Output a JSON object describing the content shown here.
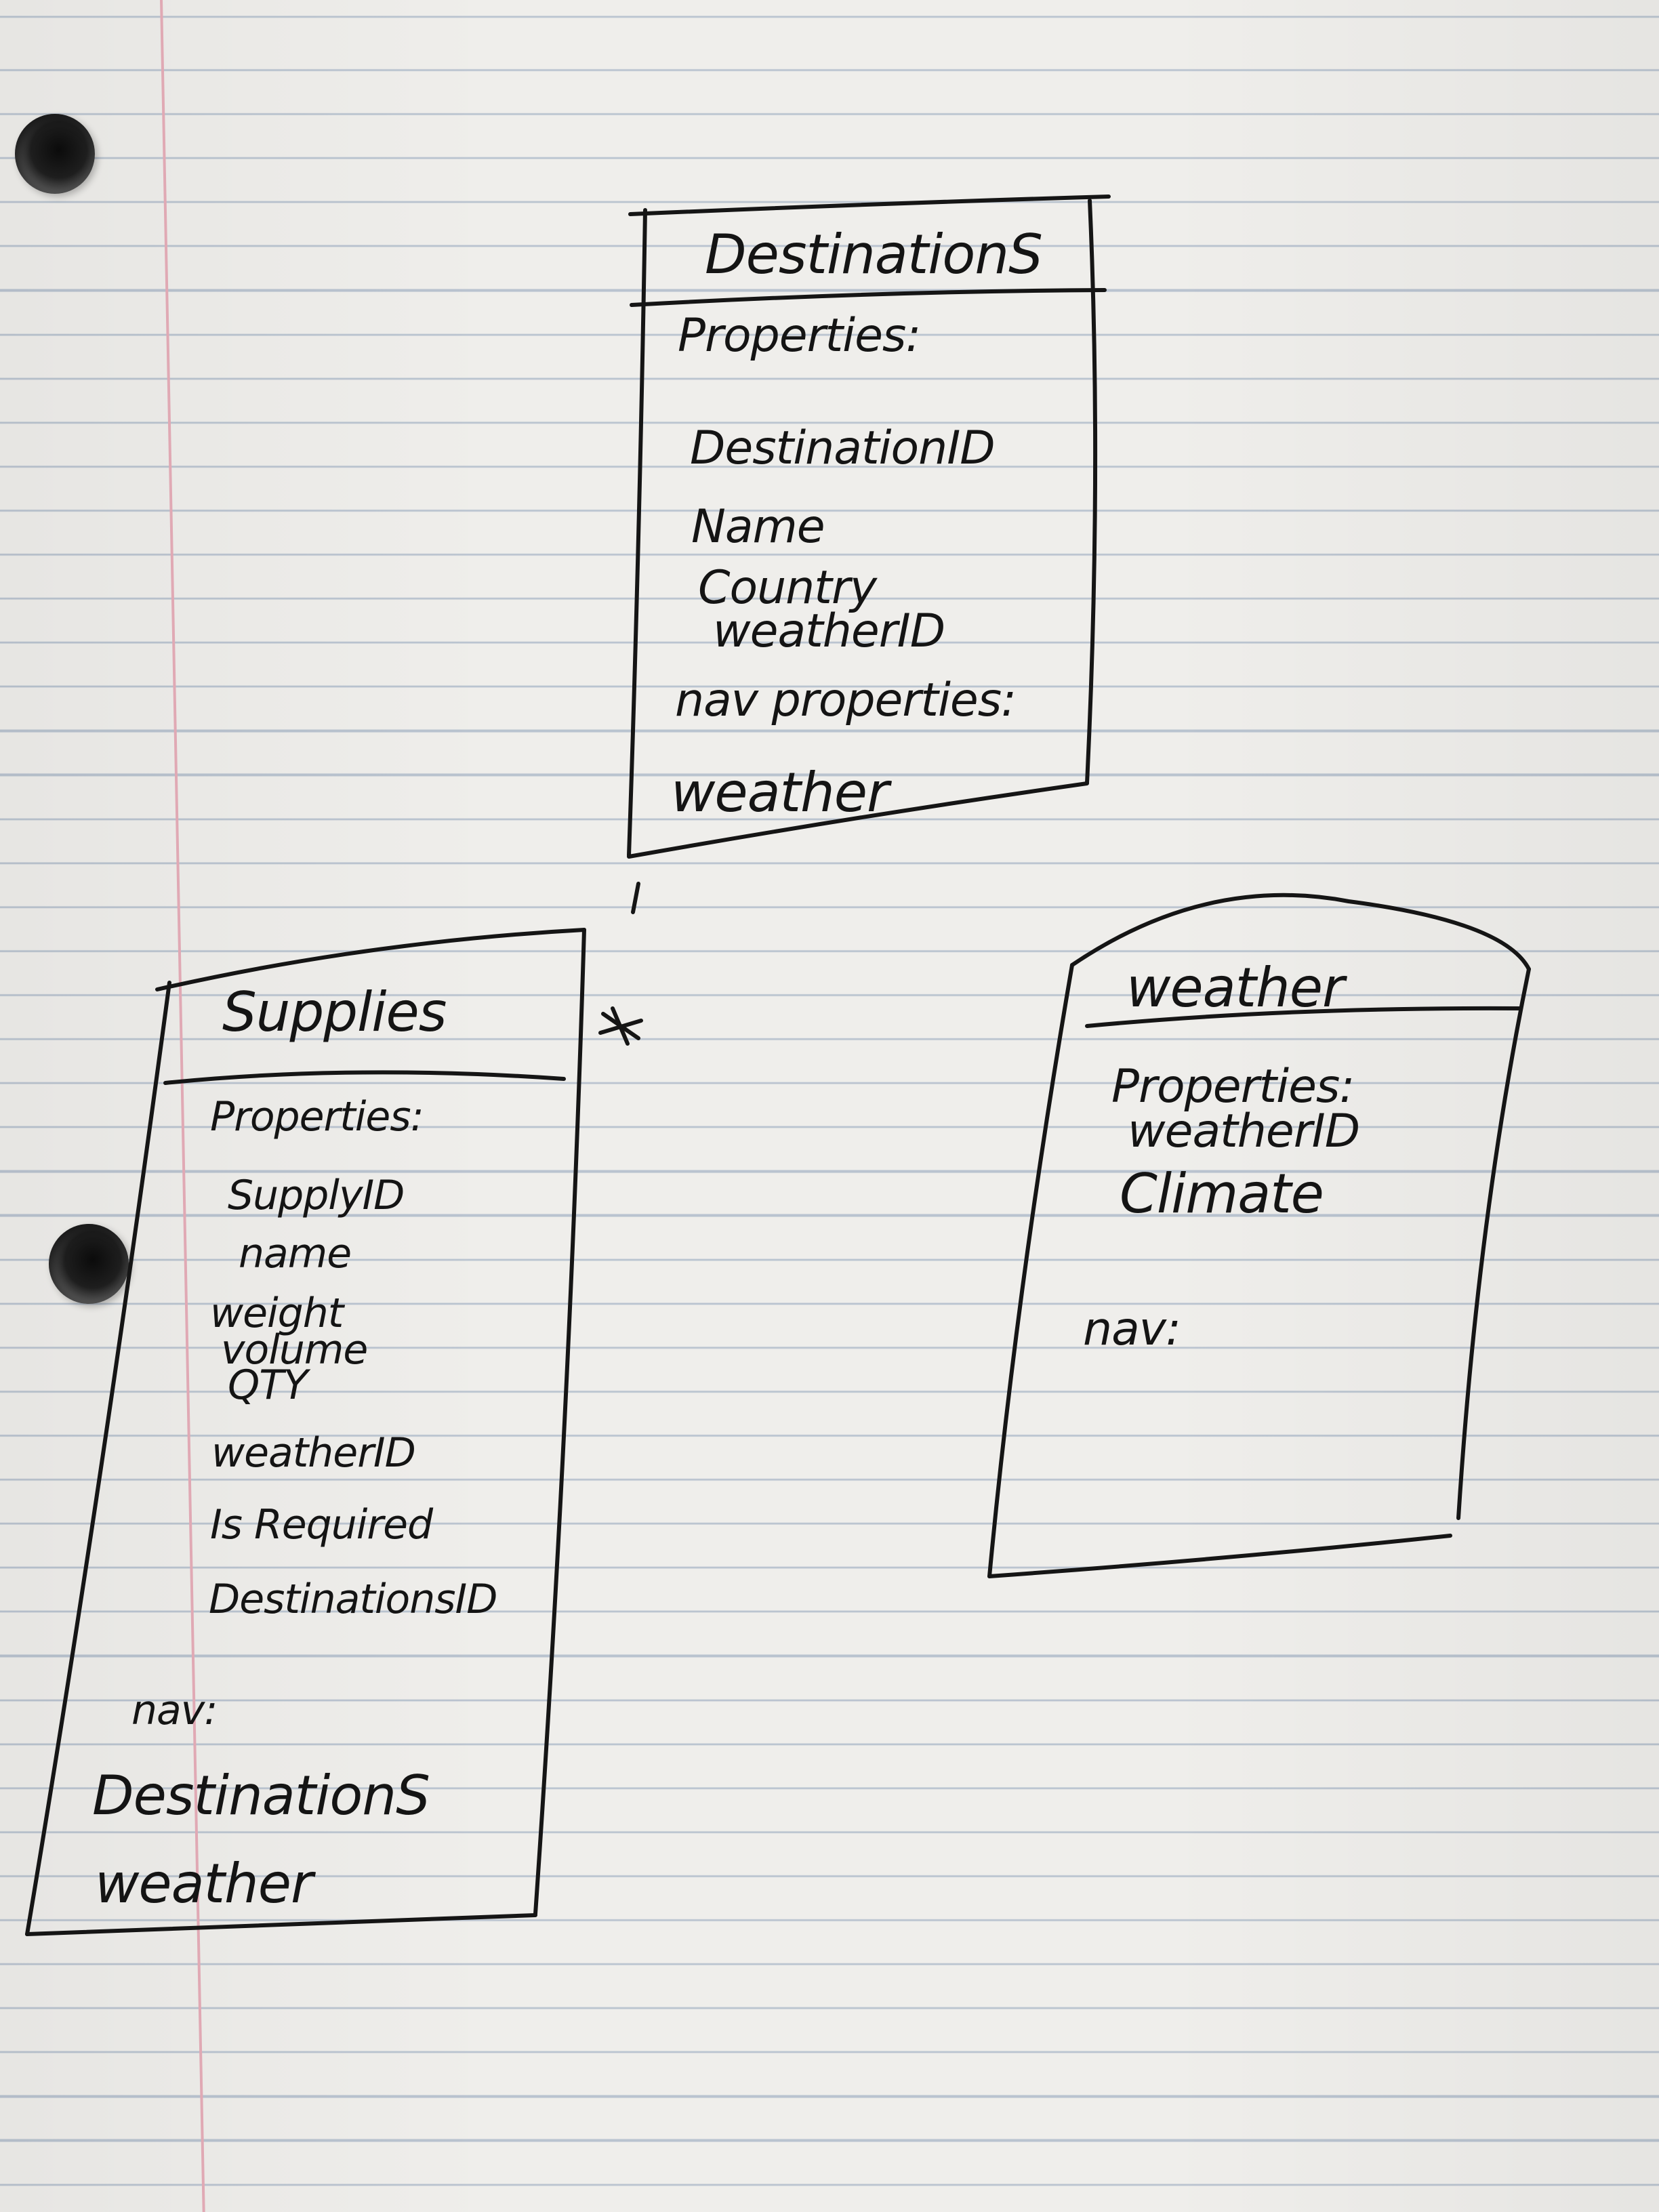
{
  "entities": {
    "destinations": {
      "title": "DestinationS",
      "properties_label": "Properties:",
      "properties": [
        "DestinationID",
        "Name",
        "Country",
        "weatherID"
      ],
      "nav_label": "nav properties:",
      "nav": [
        "weather"
      ]
    },
    "supplies": {
      "title": "Supplies",
      "properties_label": "Properties:",
      "properties": [
        "SupplyID",
        "name",
        "weight",
        "volume",
        "QTY",
        "weatherID",
        "Is Required",
        "DestinationsID"
      ],
      "nav_label": "nav:",
      "nav": [
        "DestinationS",
        "weather"
      ]
    },
    "weather": {
      "title": "weather",
      "properties_label": "Properties:",
      "properties": [
        "weatherID",
        "Climate"
      ],
      "nav_label": "nav:"
    }
  },
  "relationships": [
    {
      "from": "destinations",
      "to": "supplies",
      "from_multiplicity": "1",
      "to_multiplicity": "*"
    }
  ]
}
